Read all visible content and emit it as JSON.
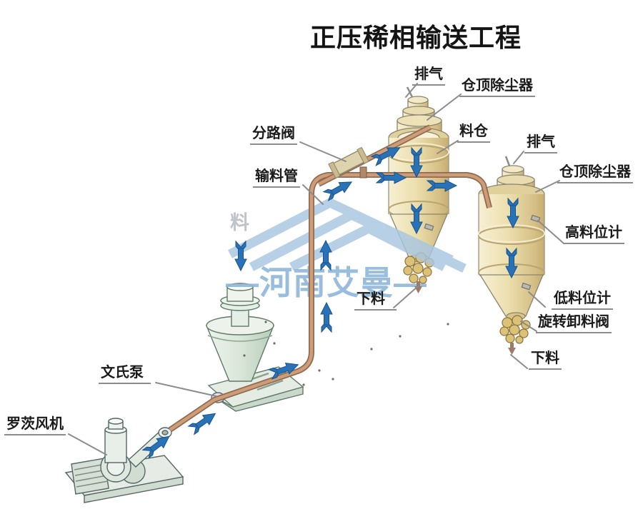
{
  "title": "正压稀相输送工程",
  "watermark": {
    "dash_left": "—",
    "brand": "河南艾曼",
    "dash_right": "—",
    "faint_label": "料"
  },
  "labels": {
    "exhaust1": "排气",
    "dust_collector1": "仓顶除尘器",
    "silo": "料仓",
    "diverter_valve": "分路阀",
    "conveying_pipe": "输料管",
    "exhaust2": "排气",
    "dust_collector2": "仓顶除尘器",
    "high_level_gauge": "高料位计",
    "discharge1": "下料",
    "low_level_gauge": "低料位计",
    "rotary_discharge_valve": "旋转卸料阀",
    "discharge2": "下料",
    "venturi_pump": "文氏泵",
    "roots_blower": "罗茨风机"
  },
  "colors": {
    "arrow_blue": "#2a72b8",
    "pipe_brown": "#9b6f56",
    "vessel_tan": "#ecdfae",
    "machine_green": "#dfe8df",
    "watermark_blue": "#a8c6e1",
    "leader_gray": "#8c8c8c"
  }
}
